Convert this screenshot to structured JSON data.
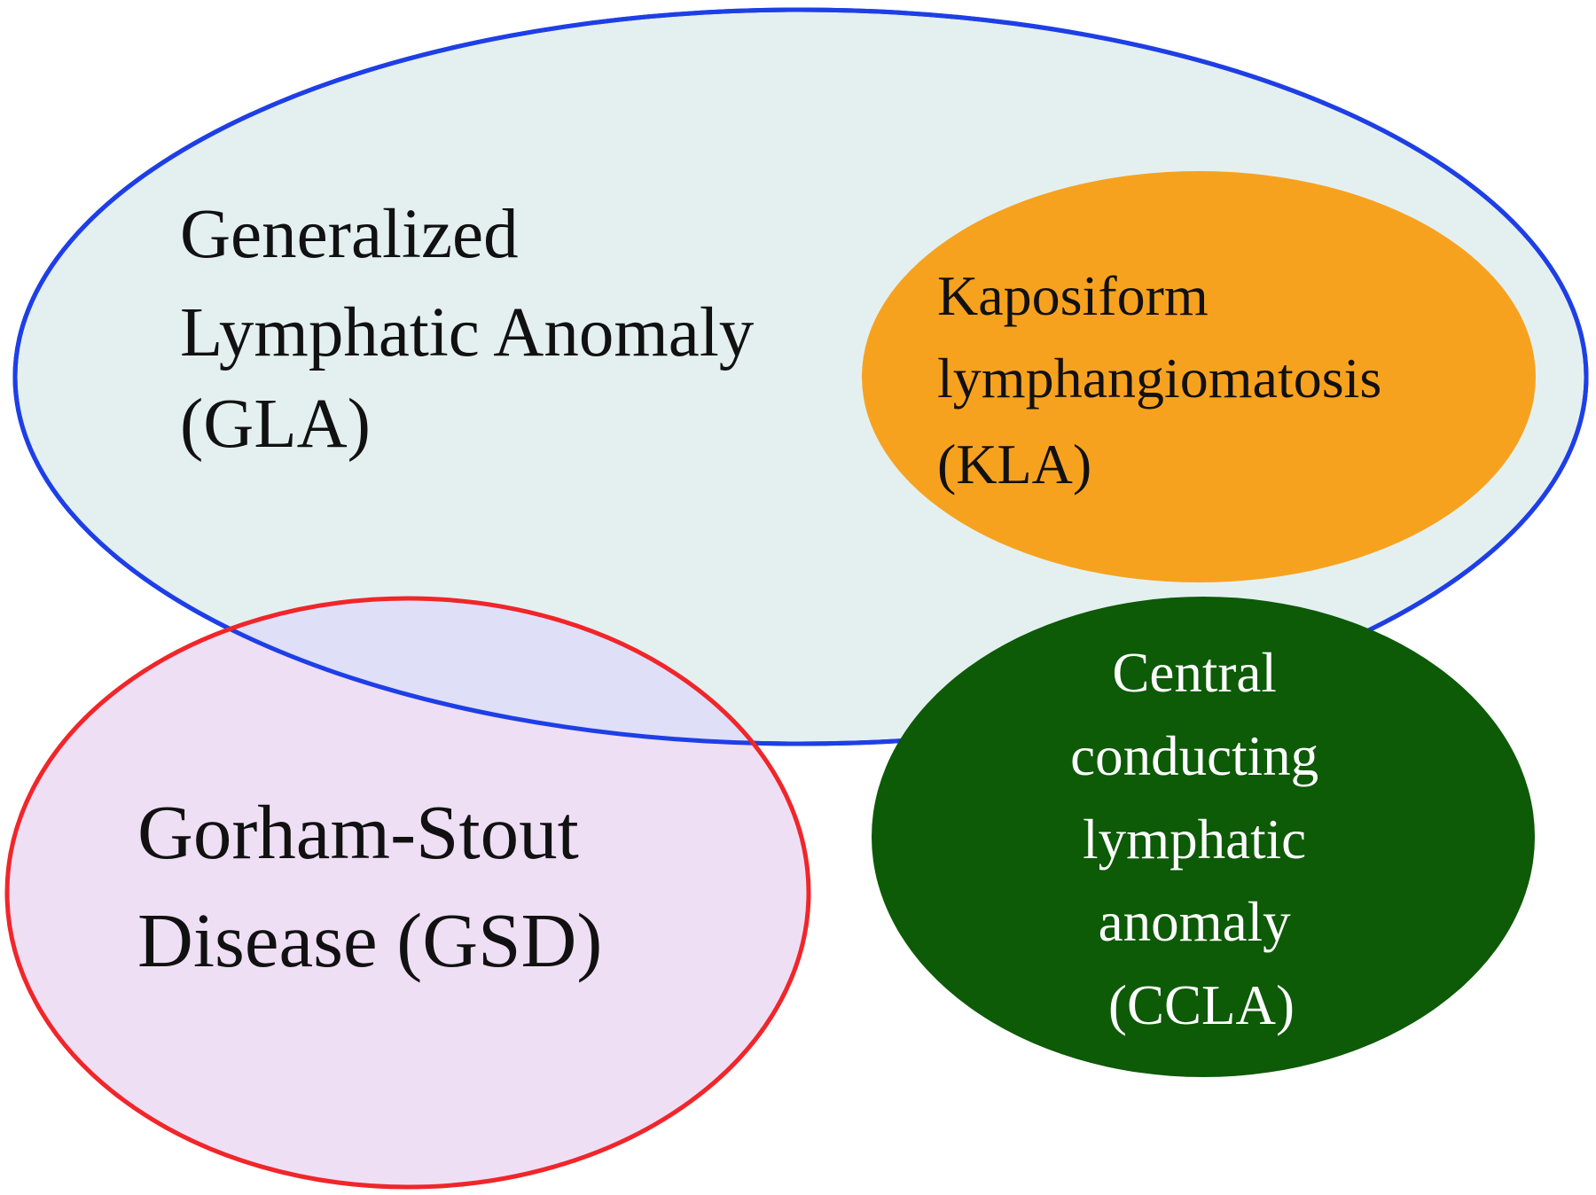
{
  "diagram": {
    "gla": {
      "lines": [
        "Generalized",
        "Lymphatic Anomaly",
        "(GLA)"
      ],
      "fill_color": "#e4f0f0",
      "stroke_color": "#1e3fe6"
    },
    "kla": {
      "lines": [
        "Kaposiform",
        "lymphangiomatosis",
        "(KLA)"
      ],
      "fill_color": "#f7a21f"
    },
    "gsd": {
      "lines": [
        "Gorham-Stout",
        "Disease (GSD)"
      ],
      "fill_color": "#efdff5",
      "stroke_color": "#f0262a",
      "overlap_color": "#dfdff8"
    },
    "ccla": {
      "lines": [
        "Central",
        "conducting",
        "lymphatic",
        "anomaly",
        "(CCLA)"
      ],
      "fill_color": "#0d5a07"
    }
  }
}
